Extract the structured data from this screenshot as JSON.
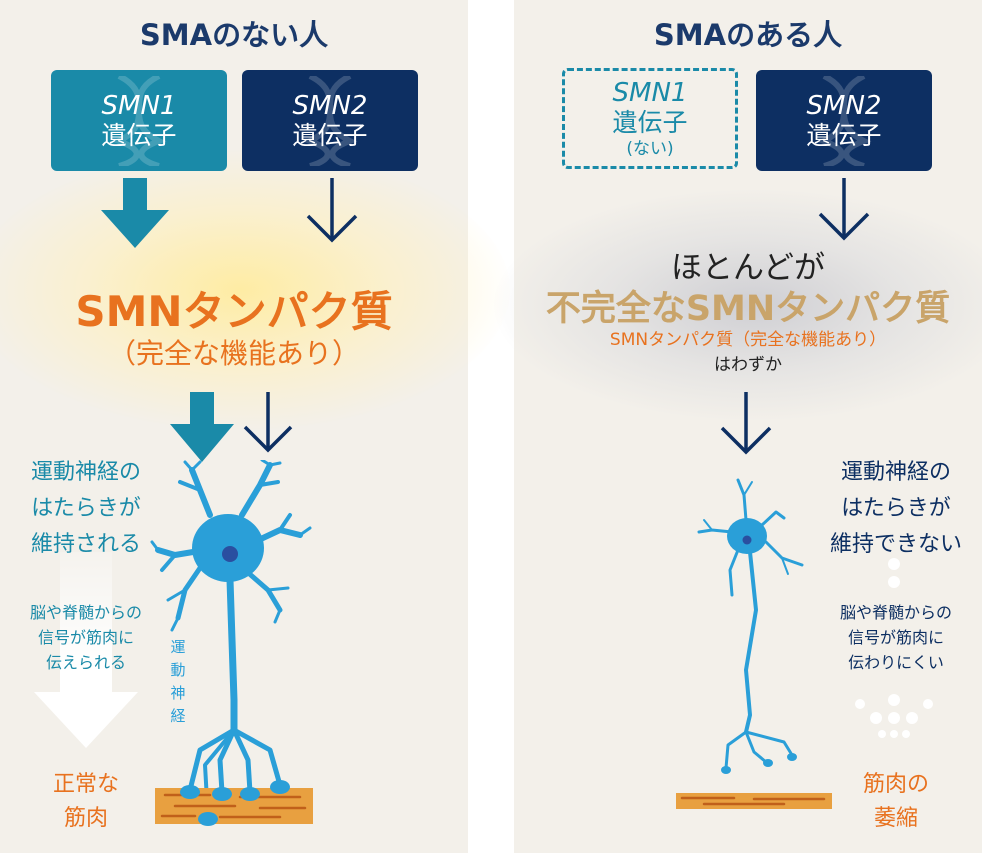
{
  "left": {
    "title": "SMAのない人",
    "gene1": {
      "name": "SMN1",
      "label": "遺伝子"
    },
    "gene2": {
      "name": "SMN2",
      "label": "遺伝子"
    },
    "protein": {
      "title": "SMNタンパク質",
      "sub": "（完全な機能あり）"
    },
    "nerve_text": [
      "運動神経の",
      "はたらきが",
      "維持される"
    ],
    "signal_text": [
      "脳や脊髄からの",
      "信号が筋肉に",
      "伝えられる"
    ],
    "nerve_label": [
      "運",
      "動",
      "神",
      "経"
    ],
    "muscle_text": [
      "正常な",
      "筋肉"
    ]
  },
  "right": {
    "title": "SMAのある人",
    "gene1": {
      "name": "SMN1",
      "label": "遺伝子",
      "note": "(ない)"
    },
    "gene2": {
      "name": "SMN2",
      "label": "遺伝子"
    },
    "protein": {
      "line1": "ほとんどが",
      "line2": "不完全なSMNタンパク質",
      "line3": "SMNタンパク質（完全な機能あり）",
      "line4": "はわずか"
    },
    "nerve_text": [
      "運動神経の",
      "はたらきが",
      "維持できない"
    ],
    "signal_text": [
      "脳や脊髄からの",
      "信号が筋肉に",
      "伝わりにくい"
    ],
    "muscle_text": [
      "筋肉の",
      "萎縮"
    ]
  },
  "colors": {
    "teal": "#1a8aa8",
    "navy": "#0d2f62",
    "title": "#1b3a6b",
    "orange": "#e8721f",
    "tan": "#c9a46a",
    "neuron": "#2a9fd8",
    "nucleus": "#2a4fa0",
    "muscle": "#e8a040",
    "panel_bg": "#f3f0ea"
  }
}
